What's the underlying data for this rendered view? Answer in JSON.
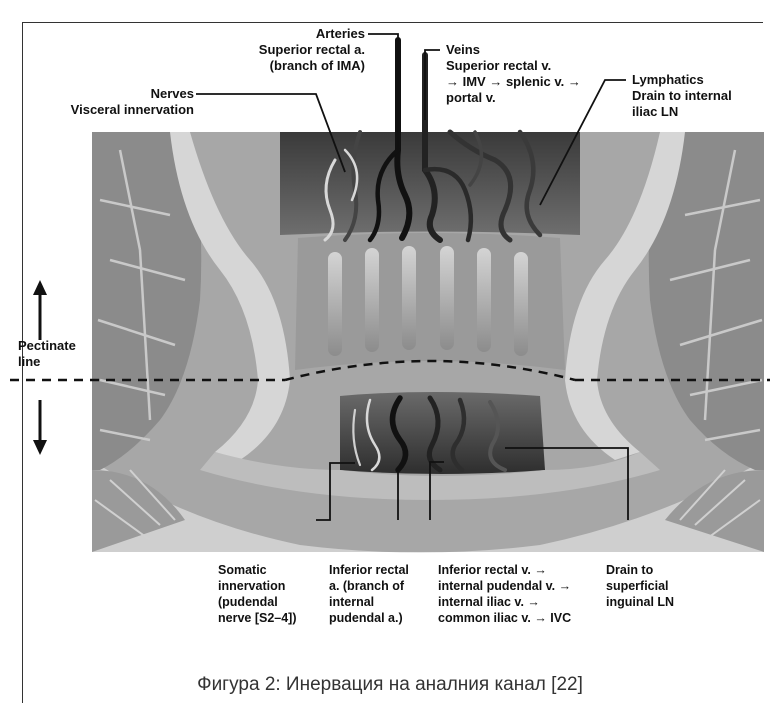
{
  "labels": {
    "arteries": {
      "title": "Arteries",
      "line1": "Superior rectal a.",
      "line2": "(branch of IMA)"
    },
    "veins": {
      "title": "Veins",
      "line1": "Superior rectal v.",
      "line2": "→ IMV → splenic v. →",
      "line3": "portal v."
    },
    "nerves": {
      "title": "Nerves",
      "line1": "Visceral innervation"
    },
    "lymphatics": {
      "title": "Lymphatics",
      "line1": "Drain to internal",
      "line2": "iliac LN"
    },
    "pectinate": {
      "line1": "Pectinate",
      "line2": "line"
    },
    "somatic": {
      "line1": "Somatic",
      "line2": "innervation",
      "line3": "(pudendal",
      "line4": "nerve [S2–4])"
    },
    "inferior_artery": {
      "line1": "Inferior rectal",
      "line2": "a. (branch of",
      "line3": "internal",
      "line4": "pudendal a.)"
    },
    "inferior_vein": {
      "line1": "Inferior rectal v. →",
      "line2": "internal pudendal v. →",
      "line3": "internal iliac v. →",
      "line4": "common iliac v. → IVC"
    },
    "drain": {
      "line1": "Drain to",
      "line2": "superficial",
      "line3": "inguinal LN"
    }
  },
  "caption": "Фигура 2: Инервация на аналния канал [22]"
}
